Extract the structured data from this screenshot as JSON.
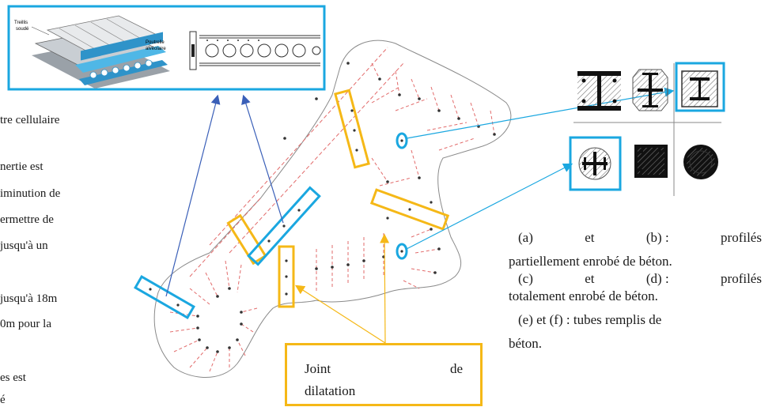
{
  "left_text": [
    "tre cellulaire",
    "nertie est",
    "iminution de",
    "ermettre de",
    "jusqu'à un",
    "jusqu'à 18m",
    "0m pour la",
    "es est",
    "é"
  ],
  "inset": {
    "label_treillis_1": "Treillis",
    "label_treillis_2": "soudé",
    "label_poutrelle_1": "Poutrelle",
    "label_poutrelle_2": "alvéolaire"
  },
  "captions": {
    "line1_a": "(a)",
    "line1_b": "et",
    "line1_c": "(b) :",
    "line1_d": "profilés",
    "line2": "partiellement enrobé de béton.",
    "line3_a": "(c)",
    "line3_b": "et",
    "line3_c": "(d) :",
    "line3_d": "profilés",
    "line4": "totalement enrobé de béton.",
    "line5": "(e) et (f) : tubes remplis de",
    "line6": "béton."
  },
  "joint_box": {
    "word1": "Joint",
    "word2": "de",
    "word3": "dilatation"
  },
  "colors": {
    "cyan": "#1aa7e0",
    "yellow": "#f5b817",
    "blue_arrow": "#3a5fb8",
    "red_dash": "#e26b6b",
    "outline": "#8a8a8a"
  }
}
